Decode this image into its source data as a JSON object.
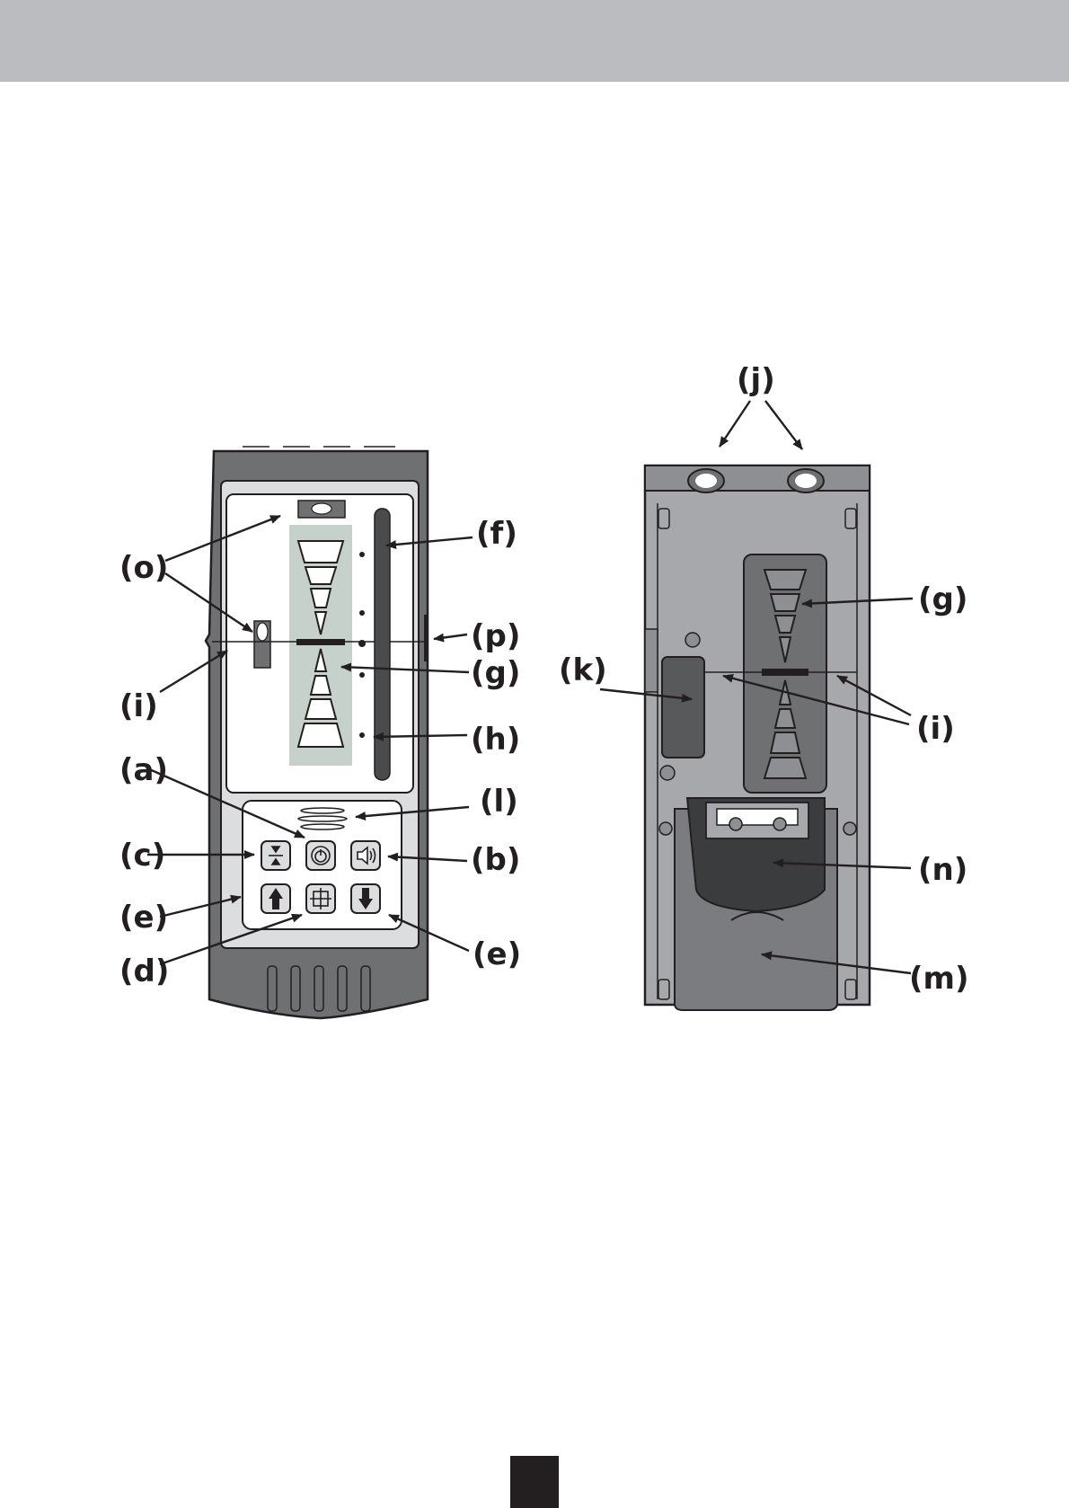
{
  "colors": {
    "header_band": "#bbbcc0",
    "housing_dark": "#6f7072",
    "housing_back": "#a7a8ab",
    "panel_light": "#dcdddf",
    "display_green": "#c6d1cc",
    "ink": "#231f20"
  },
  "front_view": {
    "callouts": {
      "o": "(o)",
      "i": "(i)",
      "a": "(a)",
      "c": "(c)",
      "e_left": "(e)",
      "d": "(d)",
      "f": "(f)",
      "p": "(p)",
      "g": "(g)",
      "h": "(h)",
      "l": "(l)",
      "b": "(b)",
      "e_right": "(e)"
    },
    "buttons": [
      {
        "id": "c",
        "icon": "beam-width-icon"
      },
      {
        "id": "a",
        "icon": "power-icon"
      },
      {
        "id": "b",
        "icon": "speaker-icon"
      },
      {
        "id": "e",
        "icon": "arrow-up-icon"
      },
      {
        "id": "d",
        "icon": "crosshair-icon"
      },
      {
        "id": "e",
        "icon": "arrow-down-icon"
      }
    ]
  },
  "back_view": {
    "callouts": {
      "j": "(j)",
      "g": "(g)",
      "k": "(k)",
      "i": "(i)",
      "n": "(n)",
      "m": "(m)"
    }
  }
}
